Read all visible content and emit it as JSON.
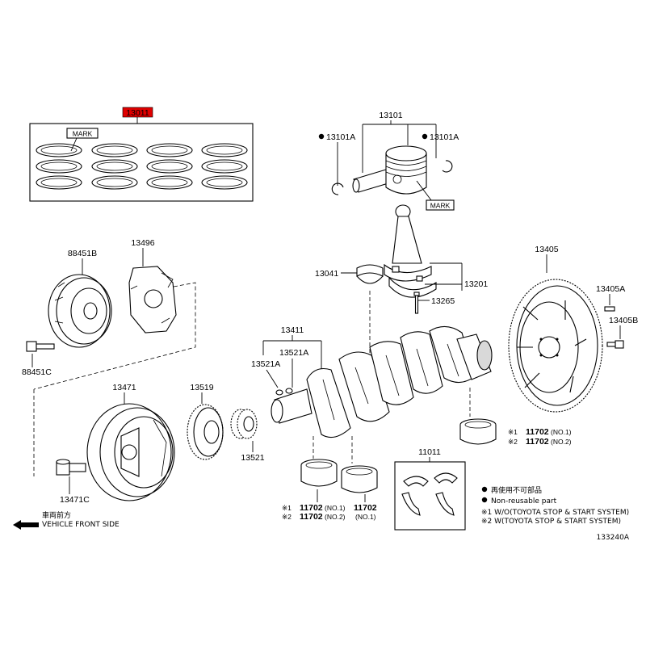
{
  "diagram": {
    "figure_id": "133240A",
    "highlighted_part": "13011",
    "part_labels": {
      "p13011": "13011",
      "p13101": "13101",
      "p13101A_left": "13101A",
      "p13101A_right": "13101A",
      "mark_rings": "MARK",
      "mark_piston": "MARK",
      "p88451B": "88451B",
      "p13496": "13496",
      "p88451C": "88451C",
      "p13041": "13041",
      "p13201": "13201",
      "p13265": "13265",
      "p13405": "13405",
      "p13405A": "13405A",
      "p13405B": "13405B",
      "p13411": "13411",
      "p13521A_top": "13521A",
      "p13521A_left": "13521A",
      "p13471": "13471",
      "p13519": "13519",
      "p13521": "13521",
      "p13471C": "13471C",
      "p11011": "11011",
      "p11702_r1": "11702",
      "p11702_r1_tag": "(NO.1)",
      "p11702_r2": "11702",
      "p11702_r2_tag": "(NO.2)",
      "p11702_m1": "11702",
      "p11702_m1_tag": "(NO.1)",
      "p11702_m2": "11702",
      "p11702_m2_tag": "(NO.2)",
      "p11702_c": "11702",
      "p11702_c_tag": "(NO.1)",
      "ref1_r": "※1",
      "ref2_r": "※2",
      "ref1_m": "※1",
      "ref2_m": "※2"
    },
    "legend": {
      "reuse_jp": "再使用不可部品",
      "reuse_en": "Non-reusable part",
      "note1": "※1  W/O(TOYOTA STOP & START SYSTEM)",
      "note2": "※2  W(TOYOTA STOP & START SYSTEM)"
    },
    "direction": {
      "jp": "車両前方",
      "en": "VEHICLE FRONT SIDE"
    }
  }
}
